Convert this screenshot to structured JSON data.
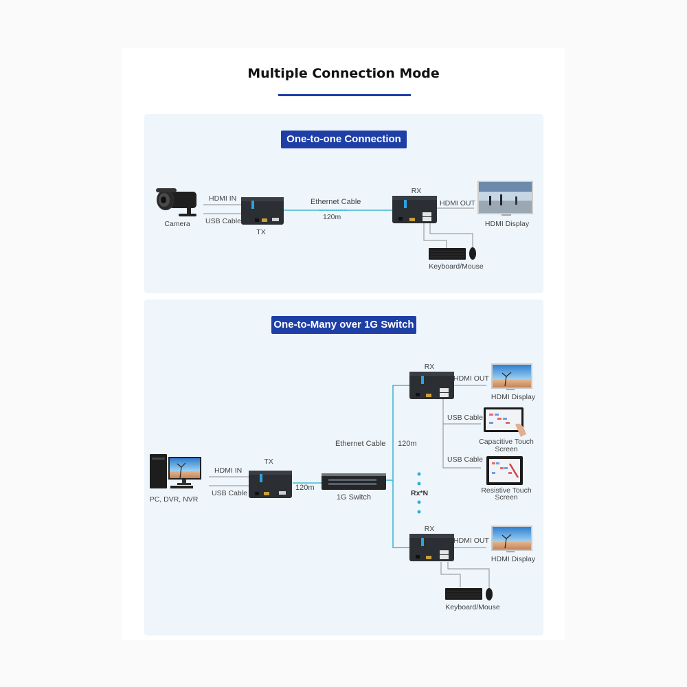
{
  "title": "Multiple Connection Mode",
  "colors": {
    "accent": "#1e3fa6",
    "cable": "#41b8d2",
    "panel": "#eef5fb",
    "device": "#2b2e33"
  },
  "section1": {
    "badge": "One-to-one Connection",
    "labels": {
      "hdmi_in": "HDMI IN",
      "usb_cable": "USB Cable",
      "camera": "Camera",
      "tx": "TX",
      "ethernet": "Ethernet Cable",
      "distance": "120m",
      "rx": "RX",
      "hdmi_out": "HDMI OUT",
      "display": "HDMI  Display",
      "kbm": "Keyboard/Mouse"
    }
  },
  "section2": {
    "badge": "One-to-Many over 1G Switch",
    "labels": {
      "hdmi_in": "HDMI  IN",
      "usb_cable": "USB Cable",
      "pc": "PC, DVR, NVR",
      "tx": "TX",
      "distance_a": "120m",
      "switch": "1G Switch",
      "ethernet": "Ethernet Cable",
      "distance_b": "120m",
      "rxn": "Rx*N",
      "rx_top": "RX",
      "hdmi_out_top": "HDMI OUT",
      "display_top": "HDMI  Display",
      "usb_cable_1": "USB Cable",
      "cap_touch_1": "Capacitive Touch",
      "cap_touch_2": "Screen",
      "usb_cable_2": "USB Cable",
      "res_touch_1": "Resistive Touch",
      "res_touch_2": "Screen",
      "rx_bottom": "RX",
      "hdmi_out_bottom": "HDMI OUT",
      "display_bottom": "HDMI  Display",
      "kbm": "Keyboard/Mouse"
    }
  }
}
